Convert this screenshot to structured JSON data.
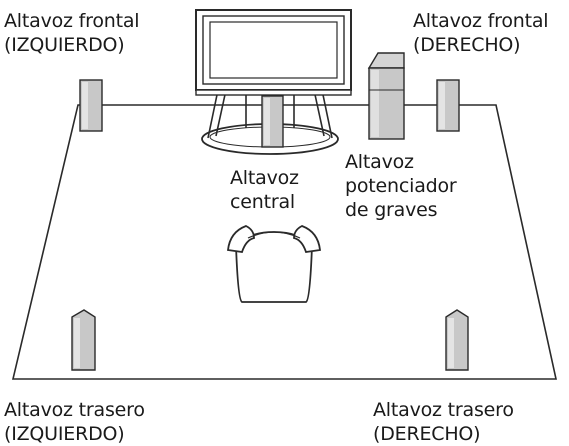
{
  "labels": {
    "front_left": {
      "line1": "Altavoz frontal",
      "line2": "(IZQUIERDO)"
    },
    "front_right": {
      "line1": "Altavoz frontal",
      "line2": "(DERECHO)"
    },
    "center": {
      "line1": "Altavoz",
      "line2": "central"
    },
    "subwoofer": {
      "line1": "Altavoz",
      "line2": "potenciador",
      "line3": "de graves"
    },
    "rear_left": {
      "line1": "Altavoz trasero",
      "line2": "(IZQUIERDO)"
    },
    "rear_right": {
      "line1": "Altavoz trasero",
      "line2": "(DERECHO)"
    }
  },
  "colors": {
    "line": "#2a2a2a",
    "speaker_fill": "#c8c8c8",
    "speaker_dark": "#9a9a9a",
    "background": "#ffffff"
  }
}
